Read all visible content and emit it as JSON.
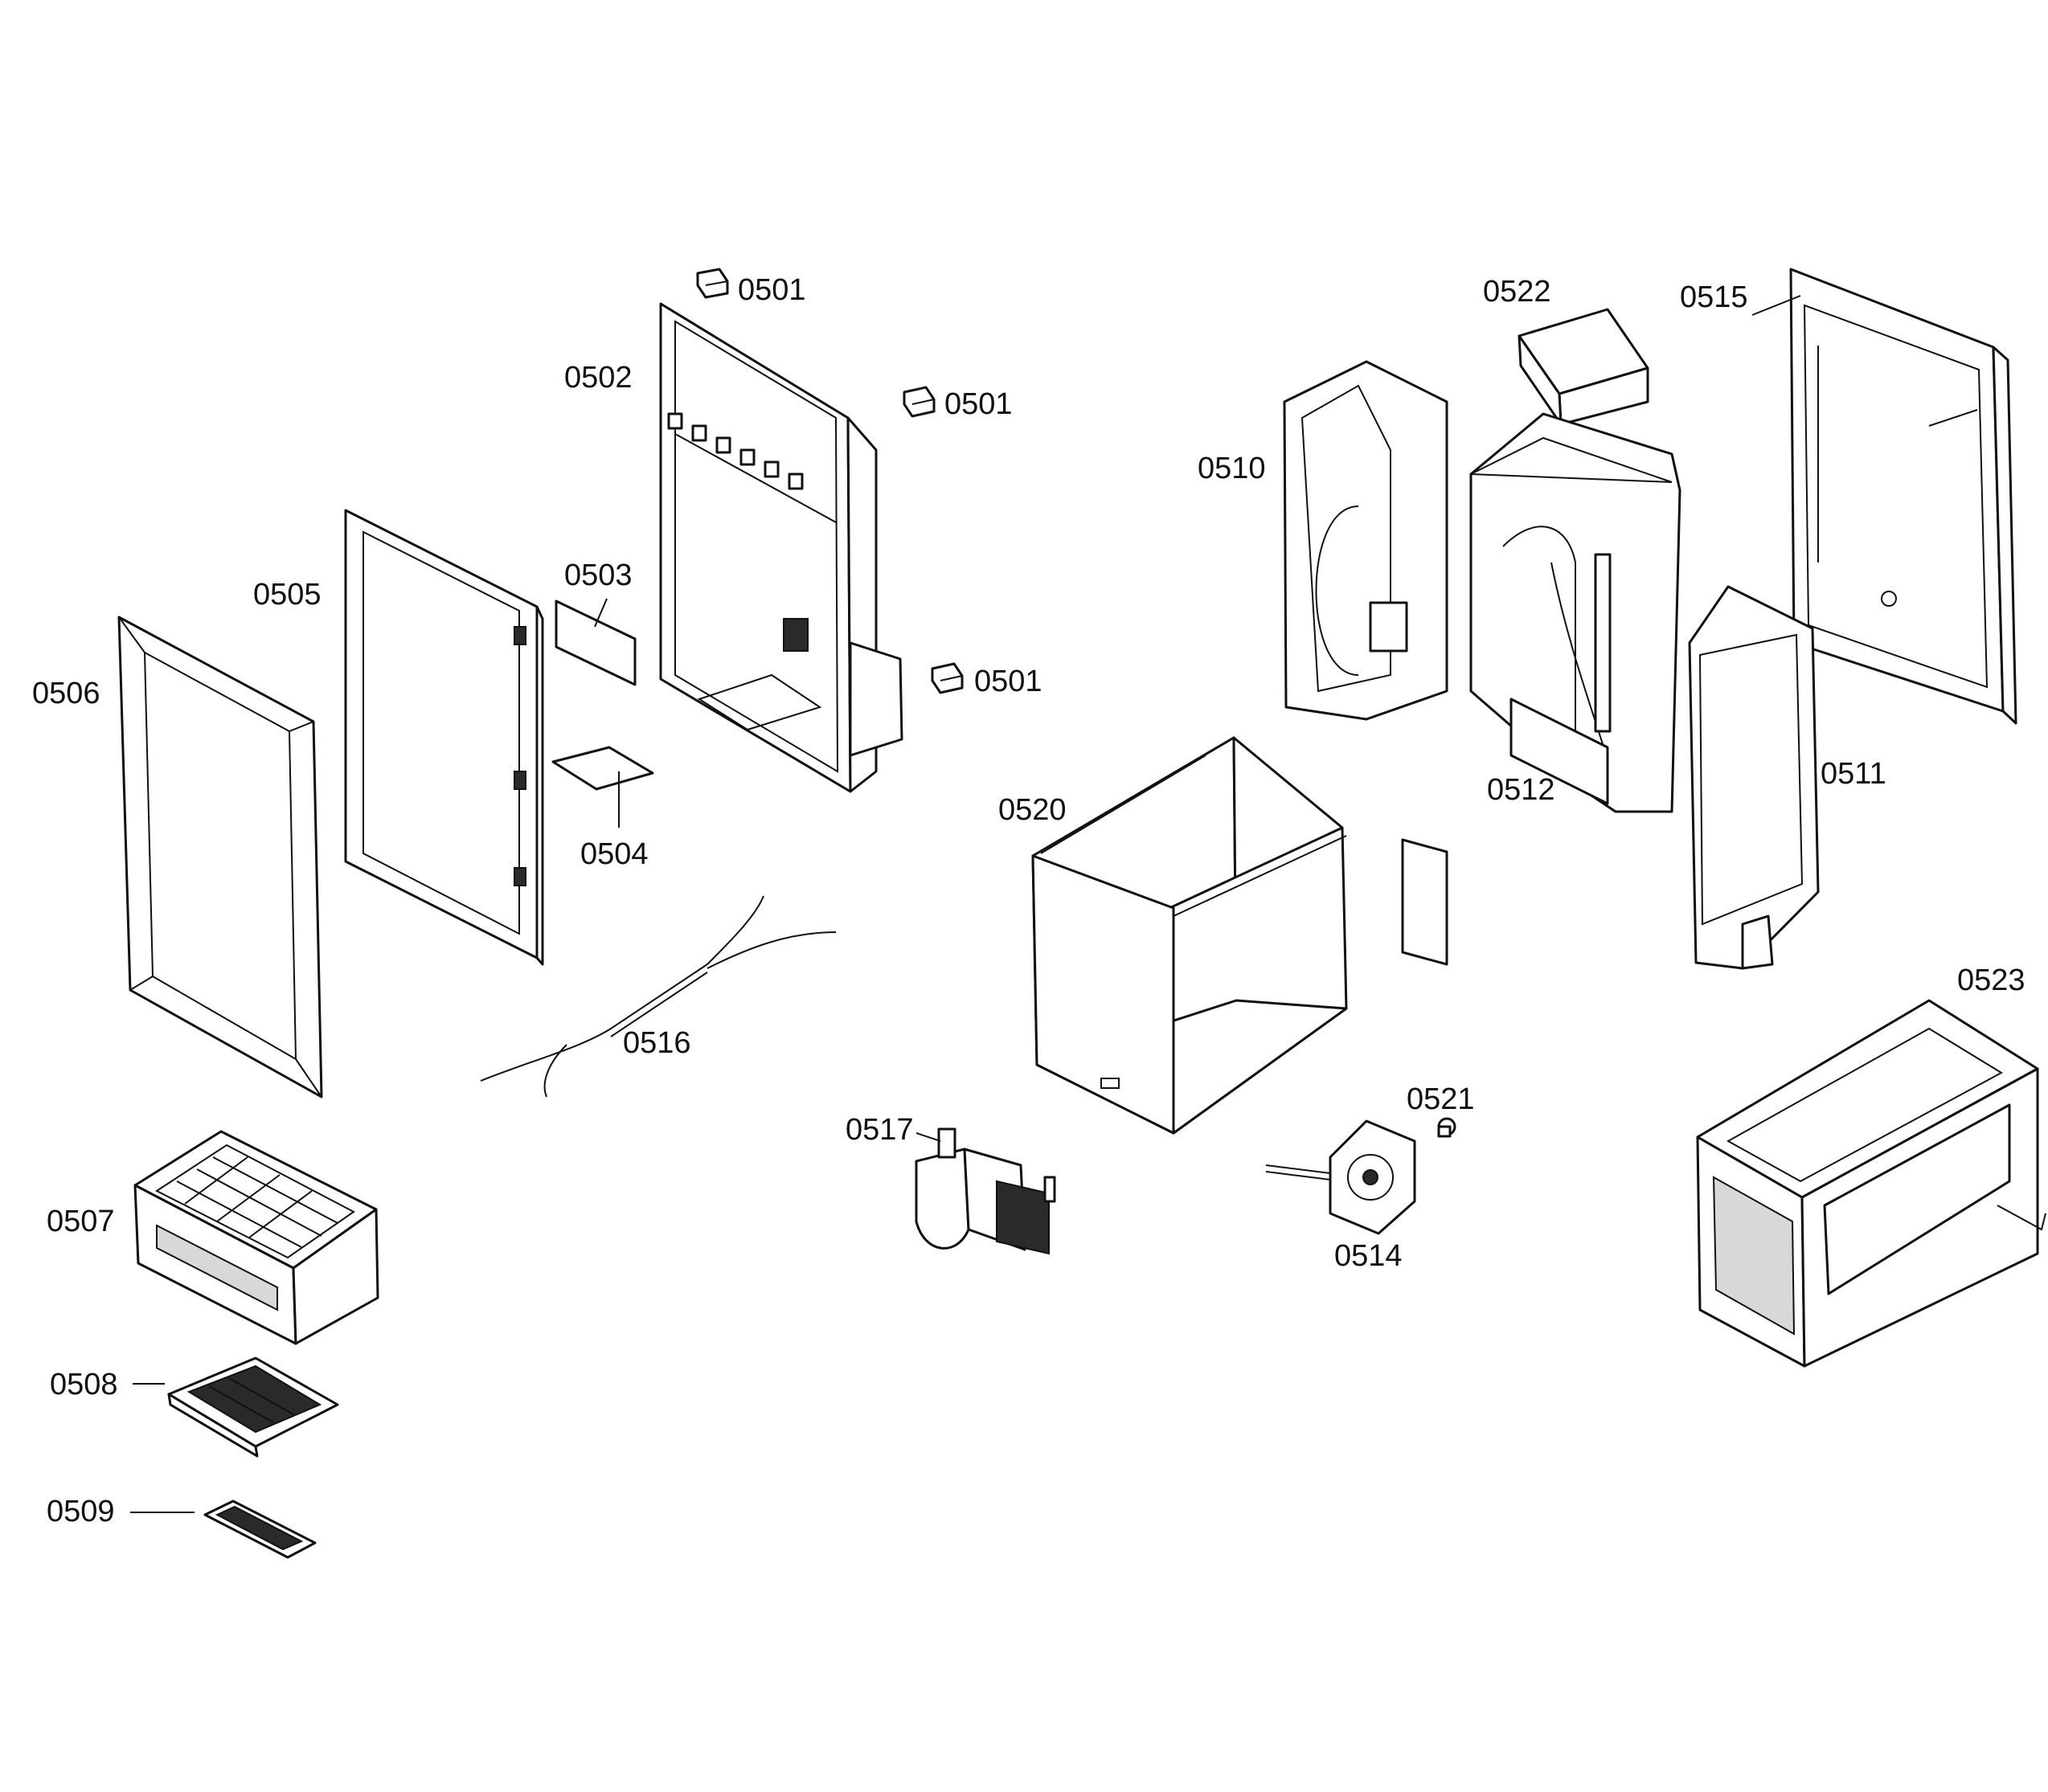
{
  "labels": {
    "p0501a": "0501",
    "p0501b": "0501",
    "p0501c": "0501",
    "p0502": "0502",
    "p0503": "0503",
    "p0504": "0504",
    "p0505": "0505",
    "p0506": "0506",
    "p0507": "0507",
    "p0508": "0508",
    "p0509": "0509",
    "p0510": "0510",
    "p0511": "0511",
    "p0512": "0512",
    "p0514": "0514",
    "p0515": "0515",
    "p0516": "0516",
    "p0517": "0517",
    "p0520": "0520",
    "p0521": "0521",
    "p0522": "0522",
    "p0523": "0523"
  }
}
